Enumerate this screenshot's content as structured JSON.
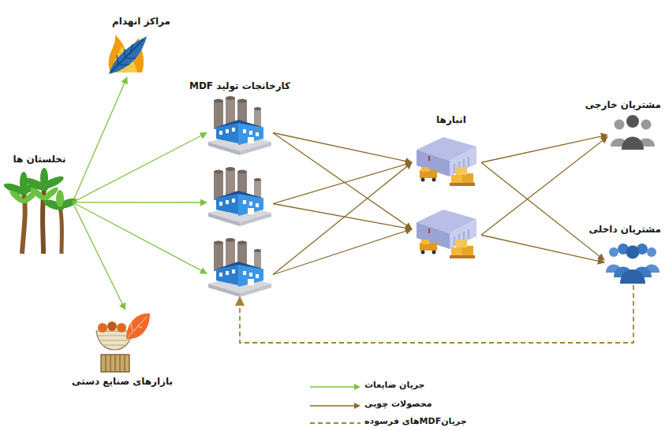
{
  "diagram": {
    "nodes": [
      {
        "text": [
          "نخلستان ها"
        ]
      },
      {
        "text": [
          "مراکز انهدام"
        ]
      },
      {
        "text": [
          "کارخانجات تولید MDF"
        ]
      },
      {
        "text": []
      },
      {
        "text": []
      },
      {
        "text": [
          "بازارهای صنایع دستی"
        ]
      },
      {
        "text": [
          "انبارها"
        ]
      },
      {
        "text": []
      },
      {
        "text": [
          "مشتریان خارجی"
        ]
      },
      {
        "text": [
          "مشتریان داخلی"
        ]
      }
    ],
    "edges": [
      {
        "from": 0,
        "to": 1,
        "arrow": "to"
      },
      {
        "from": 0,
        "to": 2,
        "arrow": "to"
      },
      {
        "from": 0,
        "to": 3,
        "arrow": "to"
      },
      {
        "from": 0,
        "to": 4,
        "arrow": "to"
      },
      {
        "from": 0,
        "to": 5,
        "arrow": "to"
      },
      {
        "from": 2,
        "to": 6,
        "arrow": "to"
      },
      {
        "from": 2,
        "to": 7,
        "arrow": "to"
      },
      {
        "from": 3,
        "to": 6,
        "arrow": "to"
      },
      {
        "from": 3,
        "to": 7,
        "arrow": "to"
      },
      {
        "from": 4,
        "to": 6,
        "arrow": "to"
      },
      {
        "from": 4,
        "to": 7,
        "arrow": "to"
      },
      {
        "from": 6,
        "to": 8,
        "arrow": "to"
      },
      {
        "from": 6,
        "to": 9,
        "arrow": "to"
      },
      {
        "from": 7,
        "to": 8,
        "arrow": "to"
      },
      {
        "from": 7,
        "to": 9,
        "arrow": "to"
      },
      {
        "from": 9,
        "to": 4,
        "arrow": "to"
      }
    ],
    "legend": [
      {
        "text": "جریان ضایعات"
      },
      {
        "text": "محصولات چوبی"
      },
      {
        "text": "جریانMDFهای فرسوده"
      }
    ]
  }
}
